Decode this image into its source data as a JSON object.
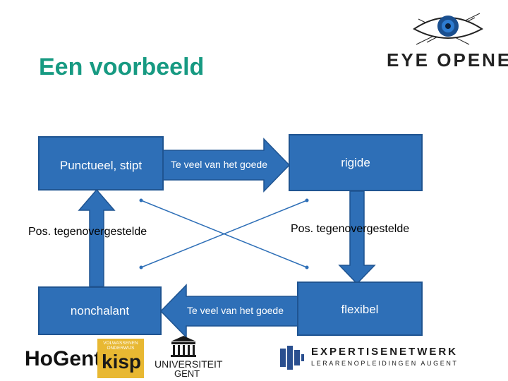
{
  "slide": {
    "title": "Een voorbeeld"
  },
  "diagram": {
    "box_top_left": "Punctueel, stipt",
    "box_top_right": "rigide",
    "box_bottom_left": "nonchalant",
    "box_bottom_right": "flexibel",
    "arrow_top": "Te veel van het goede",
    "arrow_bottom": "Te veel van het goede",
    "label_left": "Pos. tegenovergestelde",
    "label_right": "Pos. tegenovergestelde"
  },
  "logos": {
    "eye_opener": "EYE OPENER",
    "hogent": "HoGent",
    "kisp_top": "VOLWASSENEN ONDERWIJS",
    "kisp": "kisp",
    "ugent_1": "UNIVERSITEIT",
    "ugent_2": "GENT",
    "expertisenetwerk_1": "EXPERTISENETWERK",
    "expertisenetwerk_2": "LERARENOPLEIDINGEN AUGENT"
  },
  "colors": {
    "title": "#179a82",
    "box_fill": "#2e6fb7",
    "box_border": "#1f5491"
  }
}
